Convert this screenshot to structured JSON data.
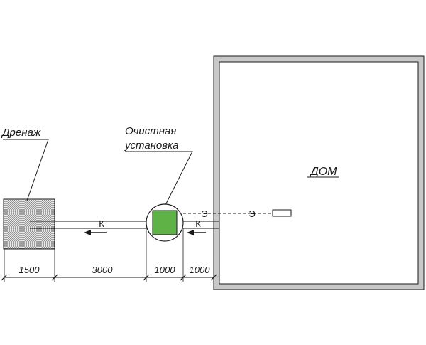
{
  "labels": {
    "drainage": "Дренаж",
    "treatment_line1": "Очистная",
    "treatment_line2": "установка",
    "house": "ДОМ"
  },
  "pipes": {
    "sewer_mark": "К",
    "electric_mark": "Э"
  },
  "dimensions": [
    "1500",
    "3000",
    "1000",
    "1000"
  ],
  "colors": {
    "treatment_unit": "#5fb246",
    "lines": "#1a1a1a",
    "house_wall": "#c8c8c8",
    "drain_fill": "#d8d8d8"
  },
  "icons": [
    "arrow-left-icon",
    "arrow-left-icon",
    "electric-outlet-icon"
  ]
}
